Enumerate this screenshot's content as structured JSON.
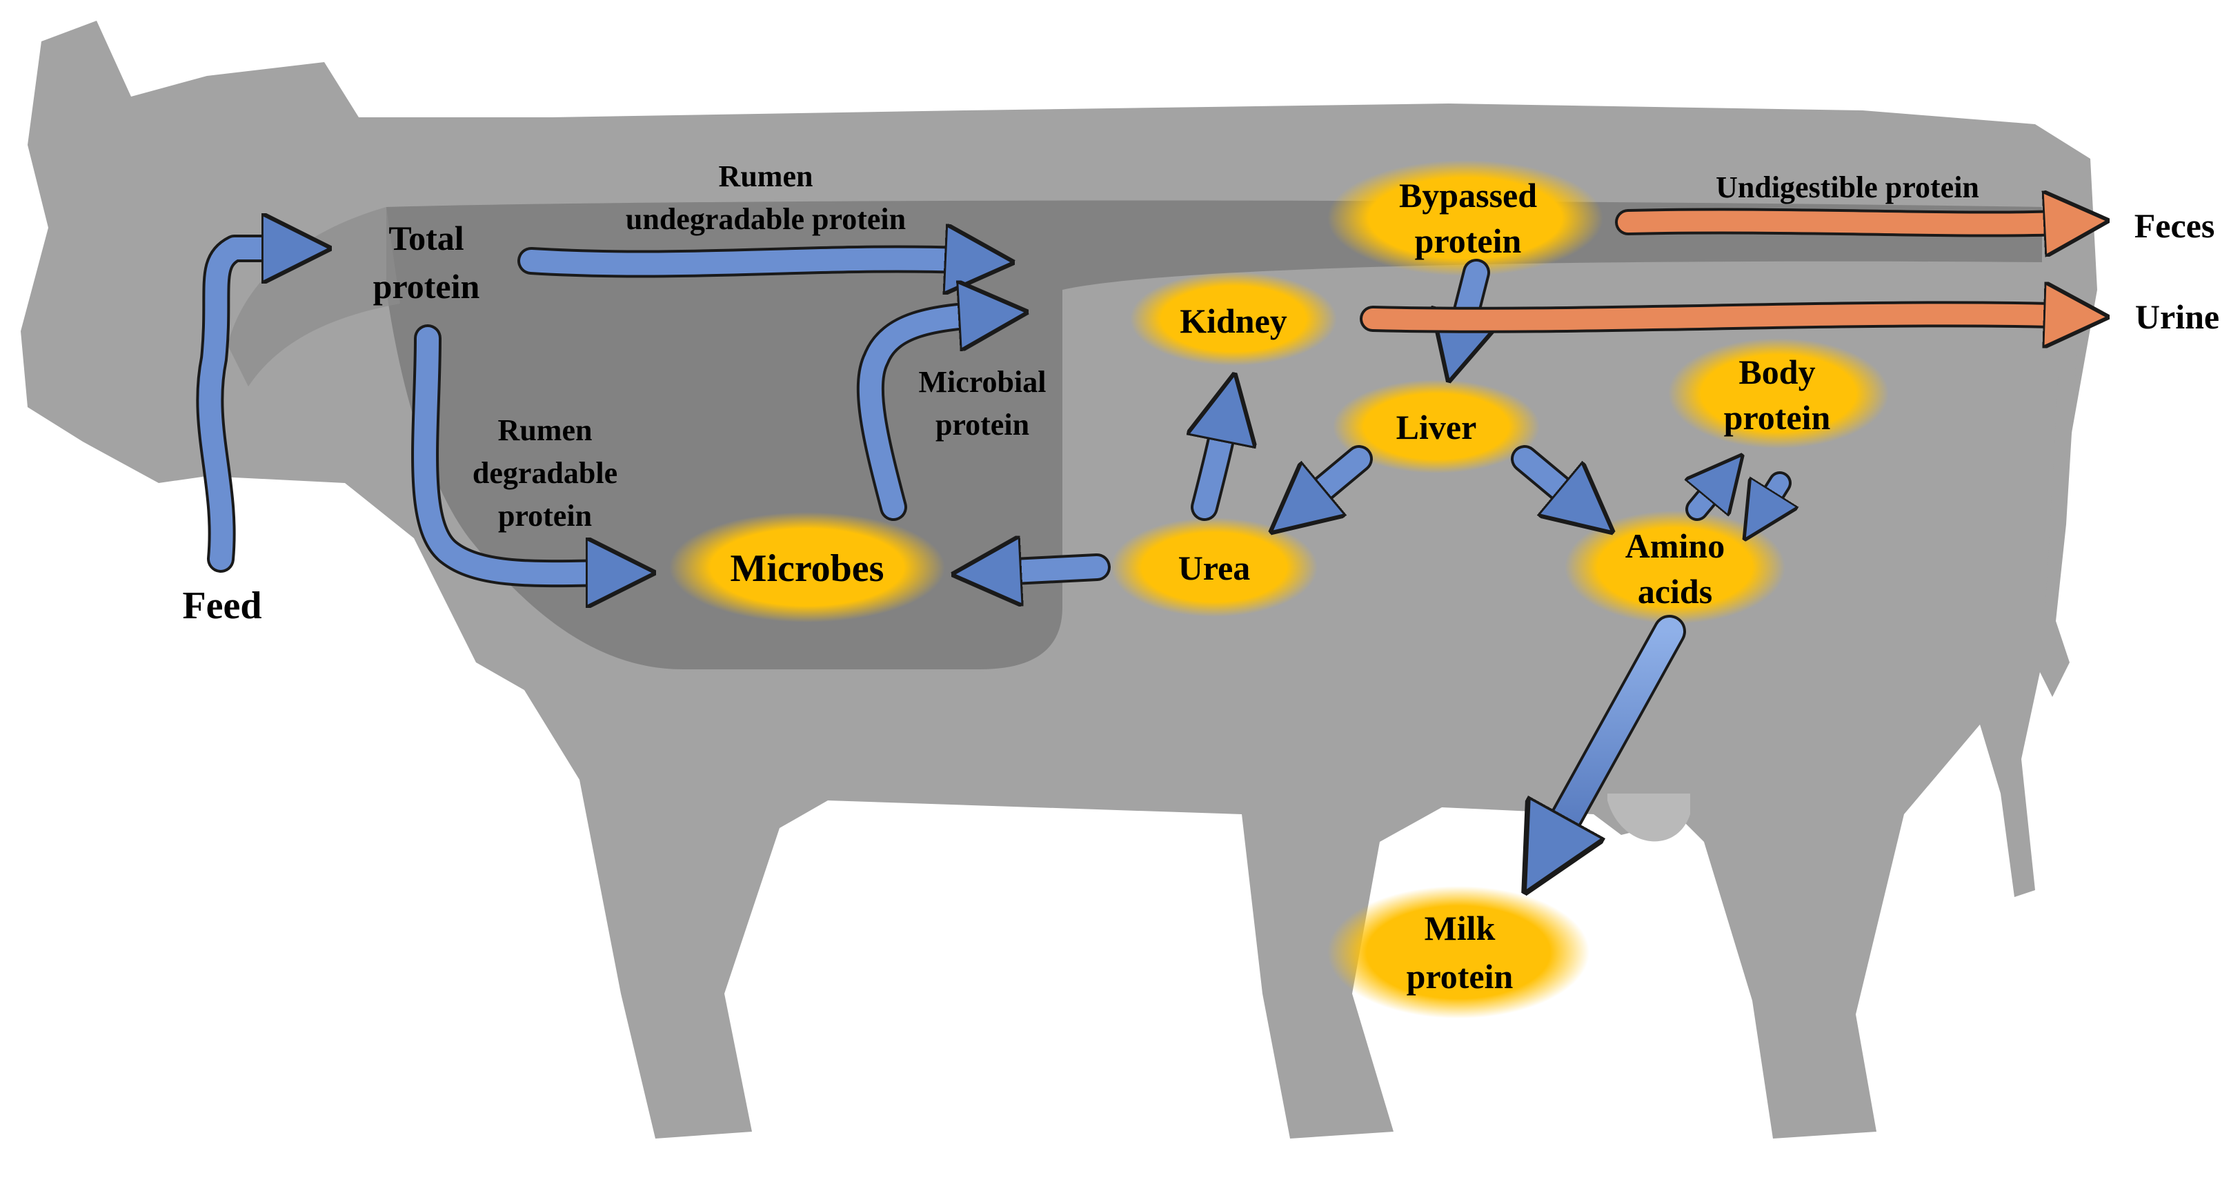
{
  "colors": {
    "cow_body": "#a3a3a3",
    "rumen": "#7c7c7c",
    "node_glow": "#ffc107",
    "arrow_blue": "#6b8fd1",
    "arrow_orange": "#e8895a",
    "text": "#000000"
  },
  "nodes": {
    "feed": "Feed",
    "total_protein": [
      "Total",
      "protein"
    ],
    "microbes": "Microbes",
    "urea": "Urea",
    "kidney": "Kidney",
    "liver": "Liver",
    "bypassed_protein": [
      "Bypassed",
      "protein"
    ],
    "body_protein": [
      "Body",
      "protein"
    ],
    "amino_acids": [
      "Amino",
      "acids"
    ],
    "milk_protein": [
      "Milk",
      "protein"
    ],
    "feces": "Feces",
    "urine": "Urine"
  },
  "edge_labels": {
    "rumen_undegradable": [
      "Rumen",
      "undegradable protein"
    ],
    "rumen_degradable": [
      "Rumen",
      "degradable",
      "protein"
    ],
    "microbial_protein": [
      "Microbial",
      "protein"
    ],
    "undigestible_protein": "Undigestible protein"
  }
}
